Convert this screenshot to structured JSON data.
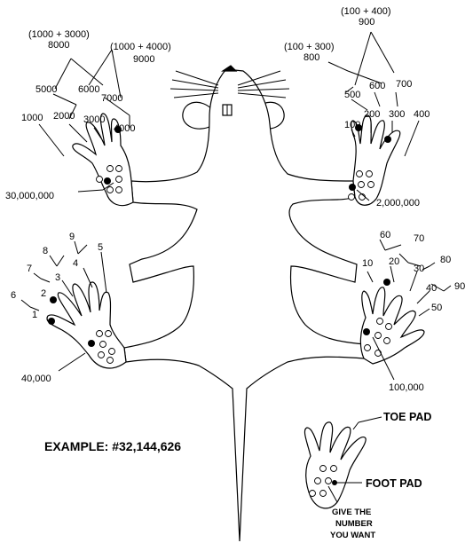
{
  "labels": {
    "front_left": {
      "toes": [
        "1000",
        "2000",
        "3000",
        "4000"
      ],
      "sums": [
        "5000",
        "6000",
        "7000"
      ],
      "combo_8000_formula": "(1000 + 3000)",
      "combo_8000_value": "8000",
      "combo_9000_formula": "(1000 + 4000)",
      "combo_9000_value": "9000",
      "foot": "30,000,000"
    },
    "front_right": {
      "toes": [
        "100",
        "200",
        "300",
        "400"
      ],
      "sums": [
        "500",
        "600",
        "700"
      ],
      "combo_800_formula": "(100 + 300)",
      "combo_800_value": "800",
      "combo_900_formula": "(100 + 400)",
      "combo_900_value": "900",
      "foot": "2,000,000"
    },
    "hind_left": {
      "toes": [
        "1",
        "2",
        "3",
        "4",
        "5"
      ],
      "sums": [
        "6",
        "7",
        "8",
        "9"
      ],
      "foot": "40,000"
    },
    "hind_right": {
      "toes": [
        "10",
        "20",
        "30",
        "40",
        "50"
      ],
      "sums": [
        "60",
        "70",
        "80",
        "90"
      ],
      "foot": "100,000"
    }
  },
  "example": "EXAMPLE: #32,144,626",
  "legend": {
    "toe_pad": "TOE PAD",
    "foot_pad": "FOOT PAD",
    "give_line1": "GIVE THE",
    "give_line2": "NUMBER",
    "give_line3": "YOU WANT"
  }
}
